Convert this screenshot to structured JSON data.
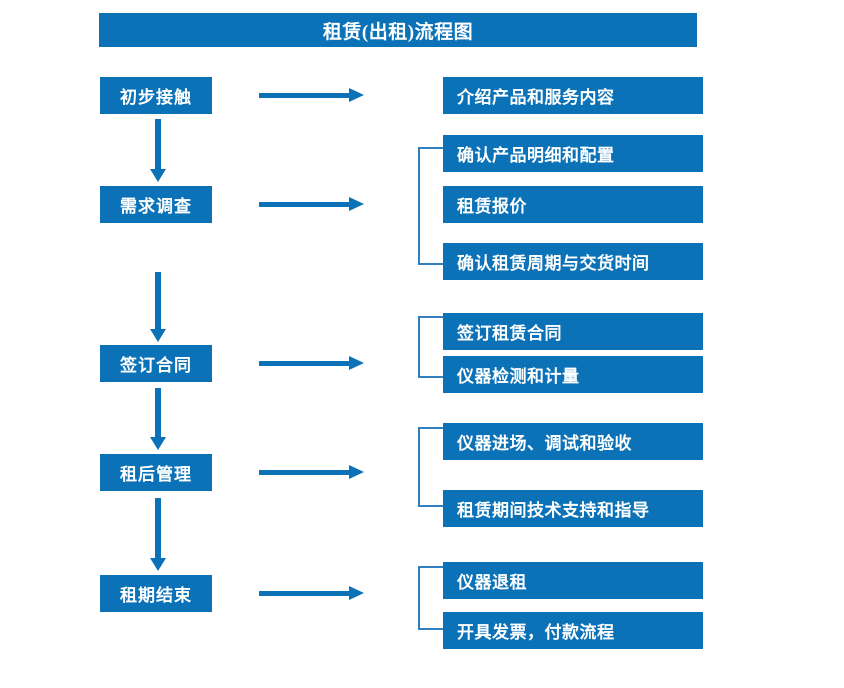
{
  "title": "租赁(出租)流程图",
  "colors": {
    "box_blue": "#0c72b8",
    "bracket_blue": "#2f7fc1",
    "text_white": "#ffffff",
    "background": "#ffffff"
  },
  "stages": [
    {
      "label": "初步接触"
    },
    {
      "label": "需求调查"
    },
    {
      "label": "签订合同"
    },
    {
      "label": "租后管理"
    },
    {
      "label": "租期结束"
    }
  ],
  "groups": [
    {
      "stage": "初步接触",
      "bracket": false,
      "items": [
        {
          "label": "介绍产品和服务内容"
        }
      ]
    },
    {
      "stage": "需求调查",
      "bracket": true,
      "items": [
        {
          "label": "确认产品明细和配置"
        },
        {
          "label": "租赁报价"
        },
        {
          "label": "确认租赁周期与交货时间"
        }
      ]
    },
    {
      "stage": "签订合同",
      "bracket": true,
      "items": [
        {
          "label": "签订租赁合同"
        },
        {
          "label": "仪器检测和计量"
        }
      ]
    },
    {
      "stage": "租后管理",
      "bracket": true,
      "items": [
        {
          "label": "仪器进场、调试和验收"
        },
        {
          "label": "租赁期间技术支持和指导"
        }
      ]
    },
    {
      "stage": "租期结束",
      "bracket": true,
      "items": [
        {
          "label": "仪器退租"
        },
        {
          "label": "开具发票，付款流程"
        }
      ]
    }
  ]
}
